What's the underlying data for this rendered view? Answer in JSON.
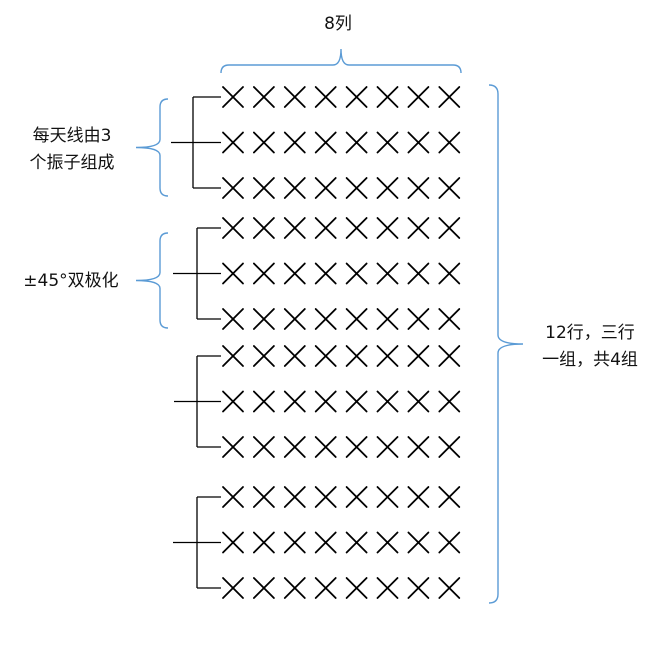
{
  "diagram": {
    "column_label": "8列",
    "annotation_top": [
      "每天线由3",
      "个振子组成"
    ],
    "annotation_mid": "±45°双极化",
    "annotation_right": [
      "12行，三行",
      "一组，共4组"
    ],
    "columns": 8,
    "rows": 12,
    "rows_per_group": 3,
    "groups": 4,
    "element_symbol": "✕",
    "colors": {
      "brace": "#5b9bd5",
      "element": "#000000",
      "feed": "#000000"
    }
  }
}
